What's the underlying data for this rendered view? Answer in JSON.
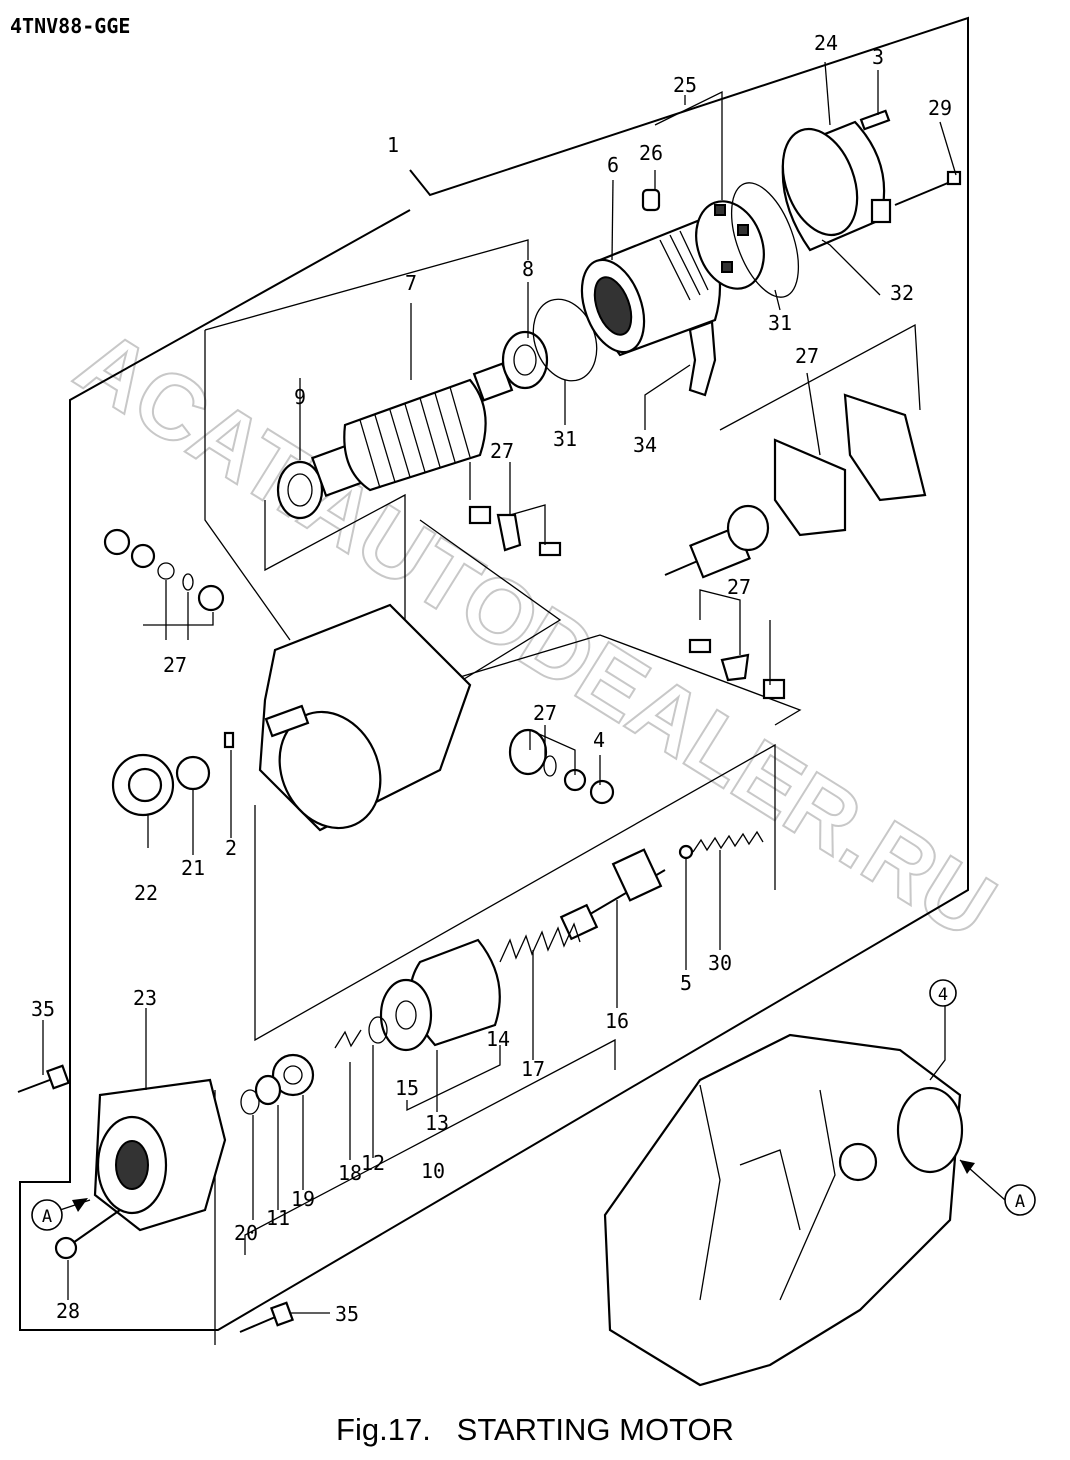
{
  "model_code": "4TNV88-GGE",
  "caption": {
    "figure": "Fig.17.",
    "title": "STARTING MOTOR"
  },
  "watermark": "ACAT.AUTODEALER.RU",
  "ref_letter": "A",
  "circled_ref": "4",
  "callouts": [
    "1",
    "2",
    "3",
    "4",
    "5",
    "6",
    "7",
    "8",
    "9",
    "10",
    "11",
    "12",
    "13",
    "14",
    "15",
    "16",
    "17",
    "18",
    "19",
    "20",
    "21",
    "22",
    "23",
    "24",
    "25",
    "26",
    "27",
    "28",
    "29",
    "30",
    "31",
    "32",
    "34",
    "35"
  ]
}
